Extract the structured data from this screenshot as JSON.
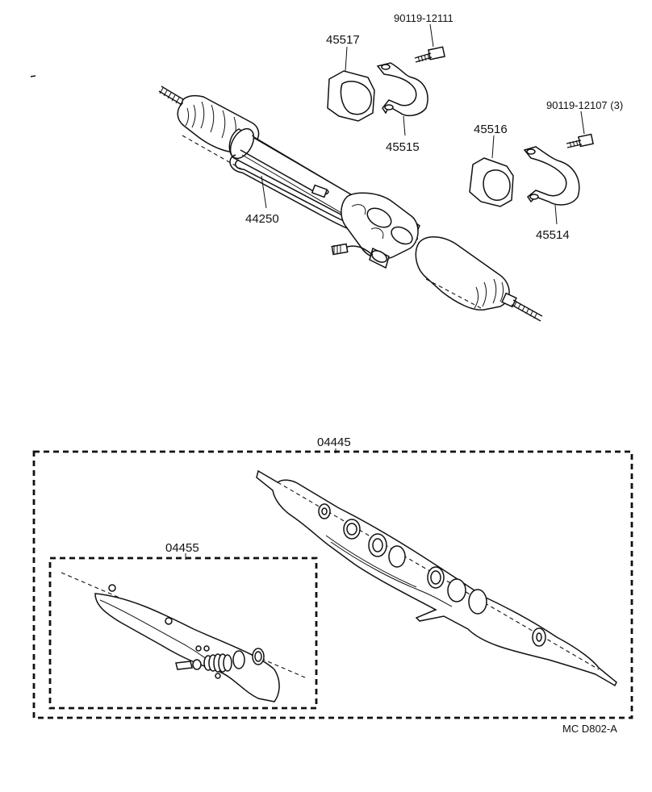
{
  "labels": {
    "bolt_upper": "90119-12111",
    "bracket_upper": "45517",
    "clamp_upper": "45515",
    "bolt_right": "90119-12107 (3)",
    "bracket_right": "45516",
    "clamp_right": "45514",
    "tube_set": "44250",
    "kit_outer": "04445",
    "kit_inner": "04455",
    "diagram_code": "MC  D802-A"
  }
}
